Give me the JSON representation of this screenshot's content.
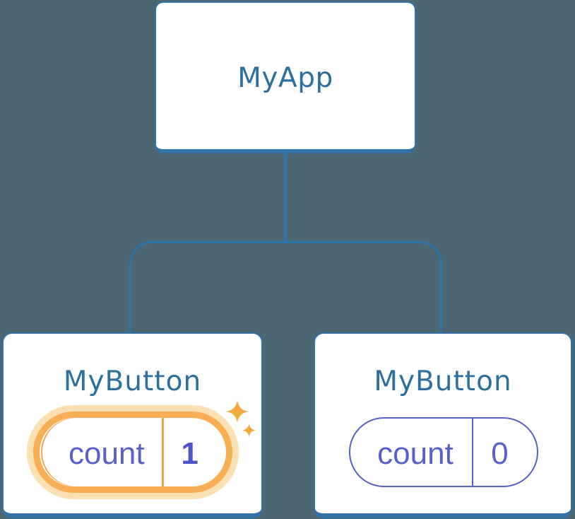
{
  "diagram": {
    "root": {
      "title": "MyApp"
    },
    "children": [
      {
        "title": "MyButton",
        "state": {
          "label": "count",
          "value": "1"
        },
        "highlighted": true
      },
      {
        "title": "MyButton",
        "state": {
          "label": "count",
          "value": "0"
        },
        "highlighted": false
      }
    ]
  },
  "colors": {
    "bg": "#4C6772",
    "line": "#2D74AB",
    "box-border": "#3372A8",
    "title": "#2F6F9E",
    "indigo": "#5660C8",
    "indigo-text": "#5761C9",
    "indigo-strong": "#4C56C6",
    "orange": "#F2A64B",
    "orange-ring": "#F7AE55",
    "orange-halo": "#FBE0B3",
    "sparkle": "#F5A93F"
  }
}
